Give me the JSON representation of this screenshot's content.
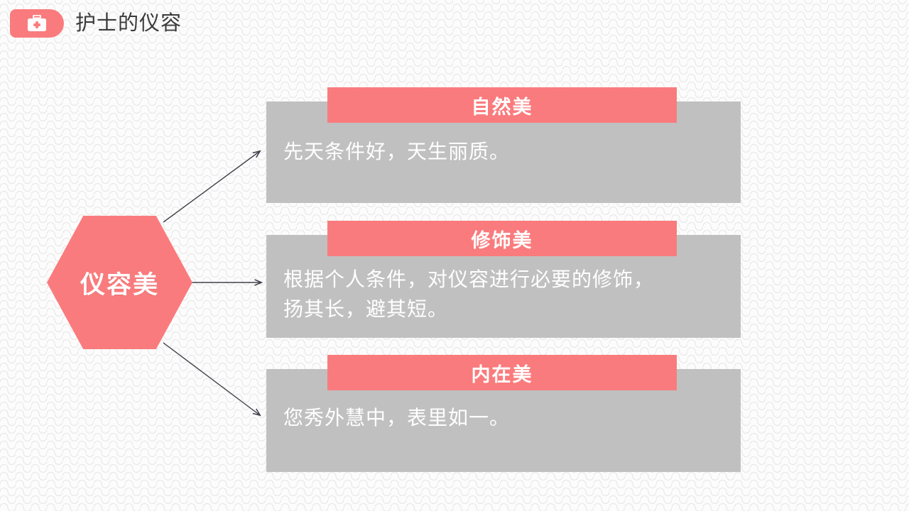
{
  "header": {
    "title": "护士的仪容",
    "badge_icon": "medical-bag-icon",
    "badge_color": "#fa7b7d"
  },
  "diagram": {
    "center_node": {
      "label": "仪容美",
      "shape": "hexagon",
      "fill_color": "#fa7b7d",
      "text_color": "#ffffff"
    },
    "connectors": [
      {
        "name": "connector-to-card-1",
        "direction": "up-right"
      },
      {
        "name": "connector-to-card-2",
        "direction": "right"
      },
      {
        "name": "connector-to-card-3",
        "direction": "down-right"
      }
    ],
    "cards": [
      {
        "heading": "自然美",
        "body": "先天条件好，天生丽质。",
        "heading_color": "#fa7b7d",
        "body_color": "#c0c0c0"
      },
      {
        "heading": "修饰美",
        "body": "根据个人条件，对仪容进行必要的修饰，\n扬其长，避其短。",
        "heading_color": "#fa7b7d",
        "body_color": "#c0c0c0"
      },
      {
        "heading": "内在美",
        "body": "您秀外慧中，表里如一。",
        "heading_color": "#fa7b7d",
        "body_color": "#c0c0c0"
      }
    ]
  },
  "theme": {
    "background_color": "#fdfcfc",
    "pattern_color": "#e6e6e6",
    "accent_color": "#fa7b7d",
    "card_gray": "#c0c0c0",
    "title_text_color": "#3b3b3b",
    "connector_color": "#3f3f4a"
  }
}
